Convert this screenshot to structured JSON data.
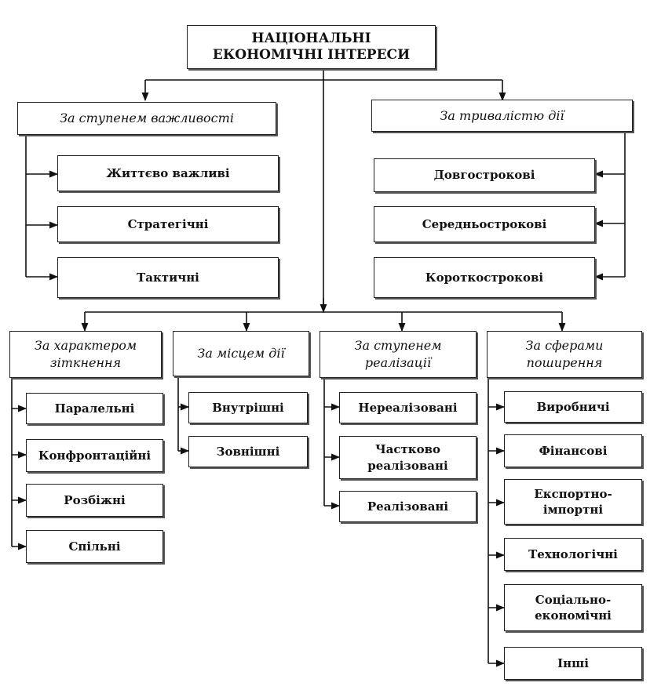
{
  "root": "НАЦІОНАЛЬНІ ЕКОНОМІЧНІ ІНТЕРЕСИ",
  "importance": {
    "title": "За ступенем важливості",
    "items": [
      "Життєво важливі",
      "Стратегічні",
      "Тактичні"
    ]
  },
  "duration": {
    "title": "За тривалістю дії",
    "items": [
      "Довгострокові",
      "Середньострокові",
      "Короткострокові"
    ]
  },
  "collision": {
    "title": "За характером зіткнення",
    "items": [
      "Паралельні",
      "Конфронтаційні",
      "Розбіжні",
      "Спільні"
    ]
  },
  "place": {
    "title": "За місцем дії",
    "items": [
      "Внутрішні",
      "Зовнішні"
    ]
  },
  "realization": {
    "title": "За ступенем реалізації",
    "items": [
      "Нереалізовані",
      "Частково реалізовані",
      "Реалізовані"
    ]
  },
  "spheres": {
    "title": "За сферами поширення",
    "items": [
      "Виробничі",
      "Фінансові",
      "Експортно-імпортні",
      "Технологічні",
      "Соціально-економічні",
      "Інші"
    ]
  }
}
